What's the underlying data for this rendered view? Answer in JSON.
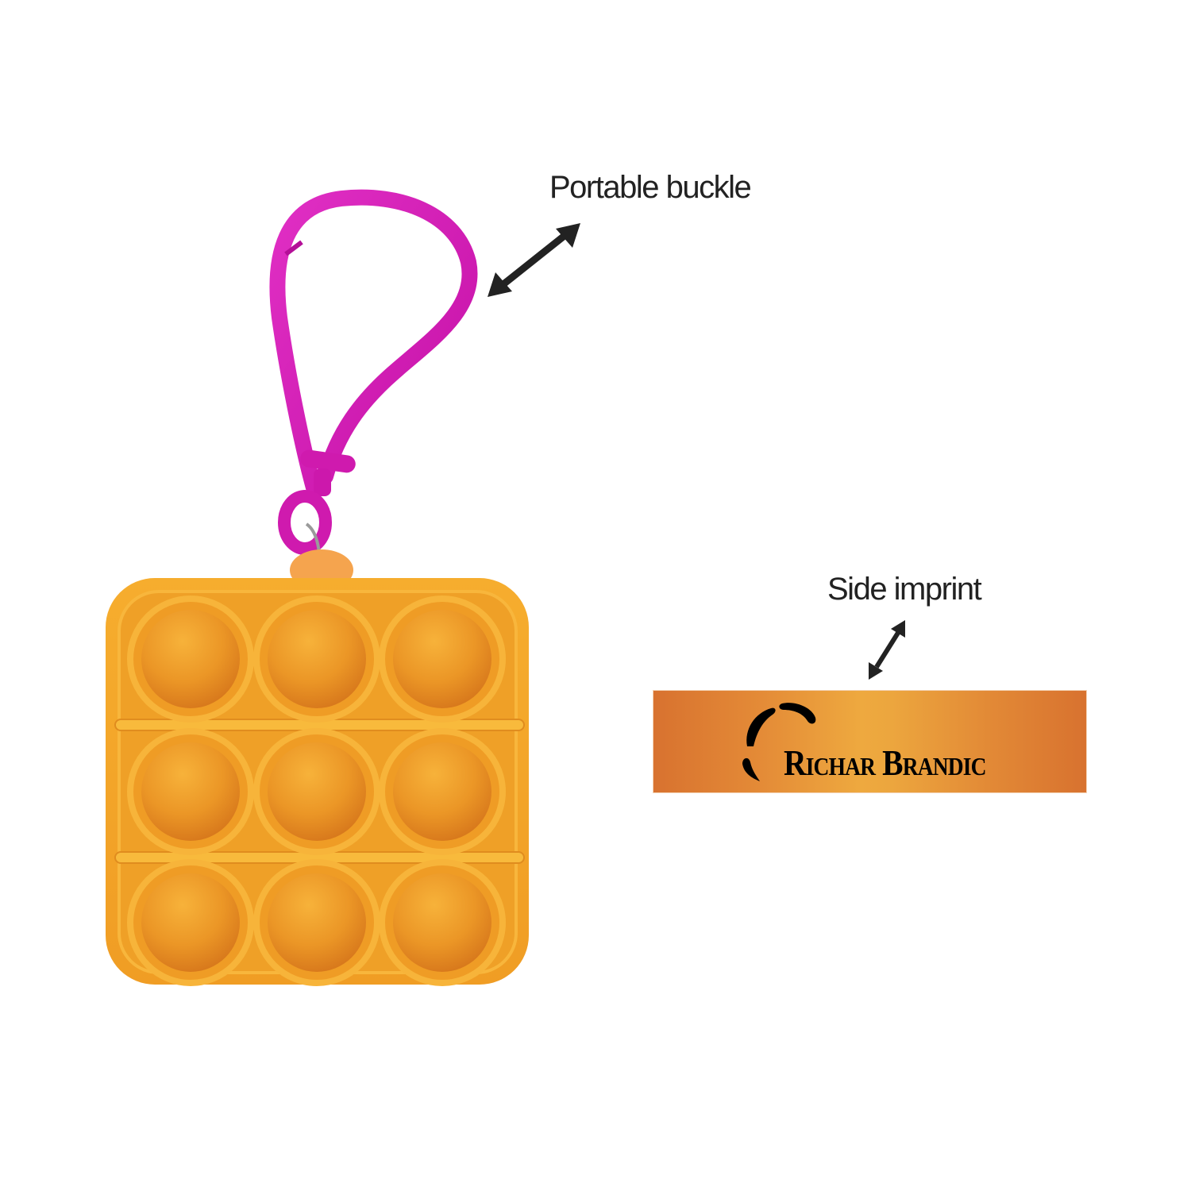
{
  "annotations": {
    "buckle_label": "Portable buckle",
    "imprint_label": "Side imprint"
  },
  "imprint_panel": {
    "brand_text": "Richar Brandic",
    "gradient_edge_color": "#D8722F",
    "gradient_center_color": "#EEA93F"
  },
  "product": {
    "name": "pop-it-keychain",
    "body_color": "#F2A42A",
    "clip_color": "#D11DB0",
    "bubble_rows": 3,
    "bubble_cols": 3
  },
  "colors": {
    "text": "#222222",
    "arrow": "#222222",
    "background": "#FFFFFF"
  }
}
